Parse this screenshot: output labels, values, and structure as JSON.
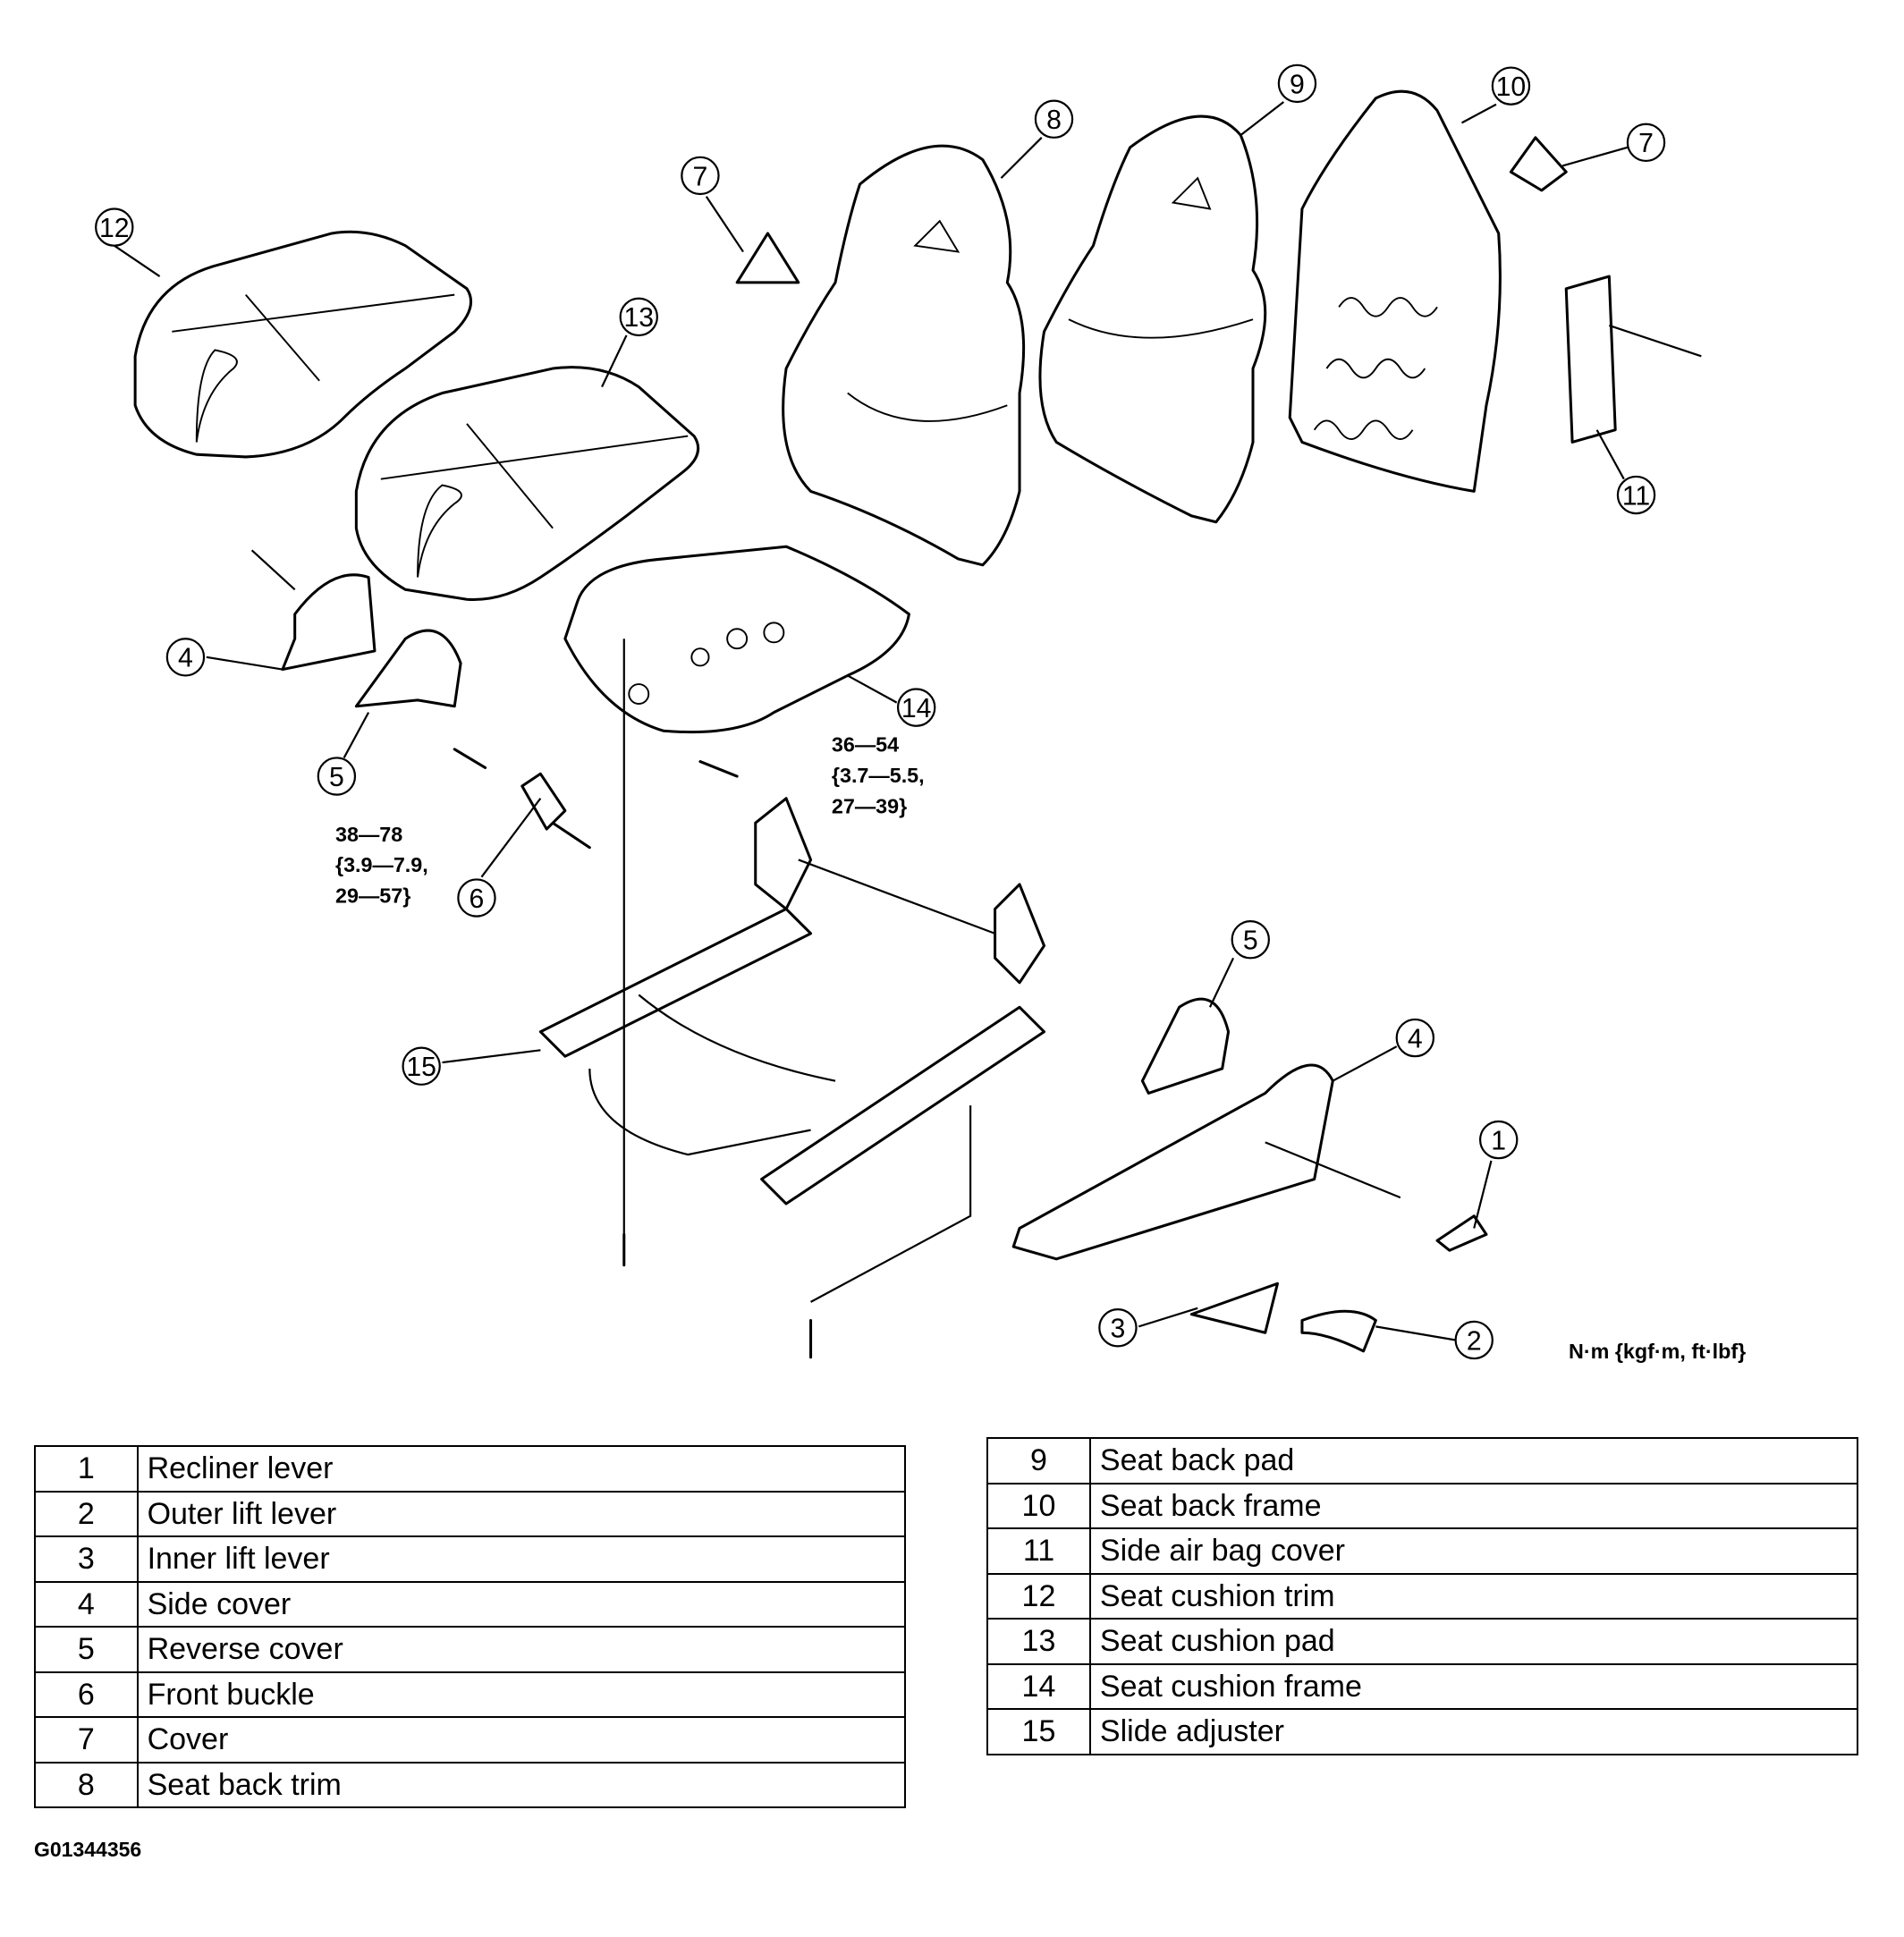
{
  "diagram": {
    "callouts": [
      "1",
      "2",
      "3",
      "4",
      "5",
      "6",
      "7",
      "8",
      "9",
      "10",
      "11",
      "12",
      "13",
      "14",
      "15"
    ],
    "torque_specs": [
      {
        "line1": "36—54",
        "line2": "{3.7—5.5,",
        "line3": "27—39}"
      },
      {
        "line1": "38—78",
        "line2": "{3.9—7.9,",
        "line3": "29—57}"
      }
    ],
    "units": "N·m {kgf·m, ft·lbf}"
  },
  "parts_table_left": [
    {
      "num": "1",
      "name": "Recliner lever"
    },
    {
      "num": "2",
      "name": "Outer lift lever"
    },
    {
      "num": "3",
      "name": "Inner lift lever"
    },
    {
      "num": "4",
      "name": "Side cover"
    },
    {
      "num": "5",
      "name": "Reverse cover"
    },
    {
      "num": "6",
      "name": "Front buckle"
    },
    {
      "num": "7",
      "name": "Cover"
    },
    {
      "num": "8",
      "name": "Seat back trim"
    }
  ],
  "parts_table_right": [
    {
      "num": "9",
      "name": "Seat back pad"
    },
    {
      "num": "10",
      "name": "Seat back frame"
    },
    {
      "num": "11",
      "name": "Side air bag cover"
    },
    {
      "num": "12",
      "name": "Seat cushion trim"
    },
    {
      "num": "13",
      "name": "Seat cushion pad"
    },
    {
      "num": "14",
      "name": "Seat cushion frame"
    },
    {
      "num": "15",
      "name": "Slide adjuster"
    }
  ],
  "figure_id": "G01344356"
}
